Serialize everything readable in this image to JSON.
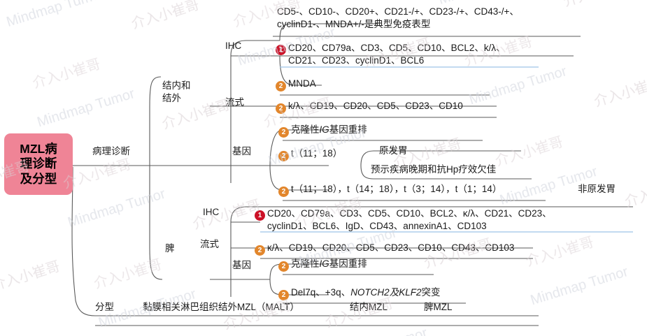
{
  "title": "MZL病理诊断及分型",
  "watermark": {
    "text_a": "Mindmap Tumor",
    "text_b": "介入小崔哥"
  },
  "colors": {
    "root_fill": "#ef8496",
    "badge_1": "#cc1127",
    "badge_2": "#e2862c",
    "line": "#5a5a5a",
    "line_blue": "#9dc3e6"
  },
  "root": {
    "label": "MZL病\n理诊断\n及分型"
  },
  "branches": {
    "pathology": "病理诊断",
    "classification": "分型"
  },
  "groups": {
    "nodal_extranodal": "结内和\n结外",
    "spleen": "脾"
  },
  "subbranches": {
    "ihc": "IHC",
    "flow": "流式",
    "gene": "基因"
  },
  "nodal": {
    "ihc_note": "CD5-、CD10-、CD20+、CD21-/+、CD23-/+、CD43-/+、\ncyclinD1-、MNDA+/-是典型免疫表型",
    "ihc_panel": {
      "badge": "1",
      "text": "CD20、CD79a、CD3、CD5、CD10、BCL2、k/λ、\nCD21、CD23、cyclinD1、BCL6"
    },
    "ihc_mnda": {
      "badge": "2",
      "text": "MNDA"
    },
    "flow_panel": {
      "badge": "2",
      "text": "k/λ、CD19、CD20、CD5、CD23、CD10"
    },
    "gene_clonal": {
      "badge": "2",
      "text_pre": "克隆性",
      "text_ital": "IG",
      "text_post": "基因重排"
    },
    "gene_t1118": {
      "badge": "2",
      "text": "t（11；18）"
    },
    "gene_t1118_note1": "原发胃",
    "gene_t1118_note2": "预示疾病晚期和抗Hp疗效欠佳",
    "gene_multi": {
      "badge": "2",
      "text": "t（11；18），t（14；18），t（3；14），t（1；14）"
    },
    "gene_multi_note": "非原发胃"
  },
  "spleen": {
    "ihc_panel": {
      "badge": "1",
      "text": "CD20、CD79a、CD3、CD5、CD10、BCL2、κ/λ、CD21、CD23、\ncyclinD1、BCL6、IgD、CD43、annexinA1、CD103"
    },
    "flow_panel": {
      "badge": "2",
      "text": "κ/λ、CD19、CD20、CD5、CD23、CD10、CD43、CD103"
    },
    "gene_clonal": {
      "badge": "2",
      "text_pre": "克隆性",
      "text_ital": "IG",
      "text_post": "基因重排"
    },
    "gene_mut": {
      "badge": "2",
      "text_pre": "Del7q、+3q、",
      "text_ital1": "NOTCH2",
      "text_mid": "及",
      "text_ital2": "KLF2",
      "text_post": "突变"
    }
  },
  "classification_items": [
    "黏膜相关淋巴组织结外MZL（MALT）",
    "结内MZL",
    "脾MZL"
  ]
}
